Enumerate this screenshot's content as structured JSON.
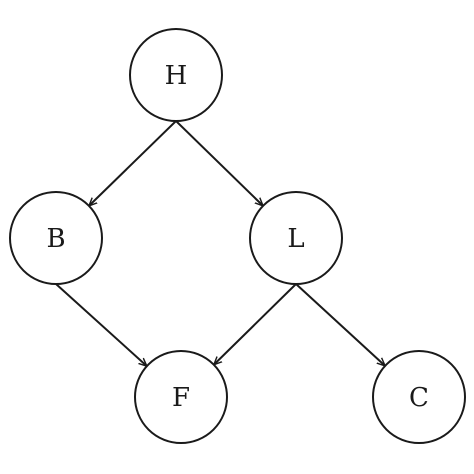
{
  "diagram": {
    "nodes": [
      {
        "id": "H",
        "label": "H"
      },
      {
        "id": "B",
        "label": "B"
      },
      {
        "id": "L",
        "label": "L"
      },
      {
        "id": "F",
        "label": "F"
      },
      {
        "id": "C",
        "label": "C"
      }
    ],
    "edges": [
      {
        "from": "H",
        "to": "B"
      },
      {
        "from": "H",
        "to": "L"
      },
      {
        "from": "B",
        "to": "F"
      },
      {
        "from": "L",
        "to": "F"
      },
      {
        "from": "L",
        "to": "C"
      }
    ],
    "colors": {
      "stroke": "#1a1a1a",
      "node_fill": "#ffffff",
      "background": "#ffffff"
    }
  }
}
